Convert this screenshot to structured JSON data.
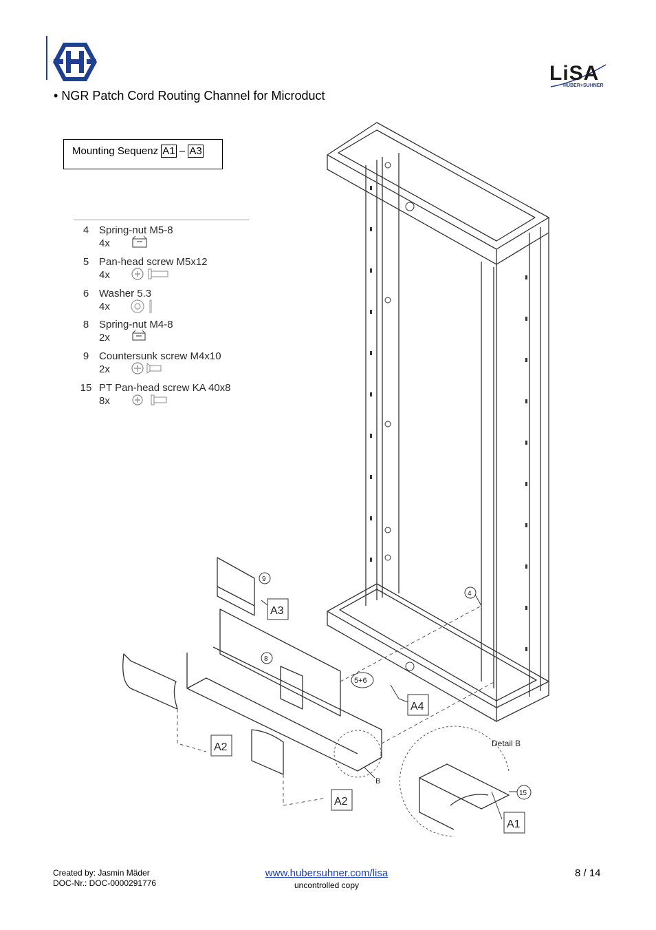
{
  "header": {
    "bullet": "•",
    "title": "NGR Patch Cord Routing Channel for Microduct",
    "brand_text": "LiSA",
    "brand_sub": "HUBER+SUHNER"
  },
  "mounting": {
    "label": "Mounting Sequenz",
    "from": "A1",
    "dash": "–",
    "to": "A3"
  },
  "parts": [
    {
      "num": "4",
      "name": "Spring-nut M5-8",
      "qty": "4x",
      "icon": "spring-nut-icon"
    },
    {
      "num": "5",
      "name": "Pan-head screw M5x12",
      "qty": "4x",
      "icon": "pan-head-screw-icon"
    },
    {
      "num": "6",
      "name": "Washer 5.3",
      "qty": "4x",
      "icon": "washer-icon"
    },
    {
      "num": "8",
      "name": "Spring-nut M4-8",
      "qty": "2x",
      "icon": "spring-nut-icon"
    },
    {
      "num": "9",
      "name": "Countersunk screw M4x10",
      "qty": "2x",
      "icon": "countersunk-screw-icon"
    },
    {
      "num": "15",
      "name": "PT Pan-head screw KA 40x8",
      "qty": "8x",
      "icon": "pan-head-screw-icon"
    }
  ],
  "drawing": {
    "labels": {
      "A1": "A1",
      "A2a": "A2",
      "A2b": "A2",
      "A3": "A3",
      "A4": "A4",
      "detail": "Detail B",
      "b": "B",
      "c4": "4",
      "c8": "8",
      "c9": "9",
      "c15": "15",
      "c56": "5+6"
    }
  },
  "footer": {
    "created": "Created by: Jasmin Mäder",
    "doc": "DOC-Nr.: DOC-0000291776",
    "url": "www.hubersuhner.com/lisa",
    "note": "uncontrolled copy",
    "page": "8 / 14"
  },
  "colors": {
    "brand_blue": "#1f3f8f",
    "link": "#1f3fb4"
  }
}
